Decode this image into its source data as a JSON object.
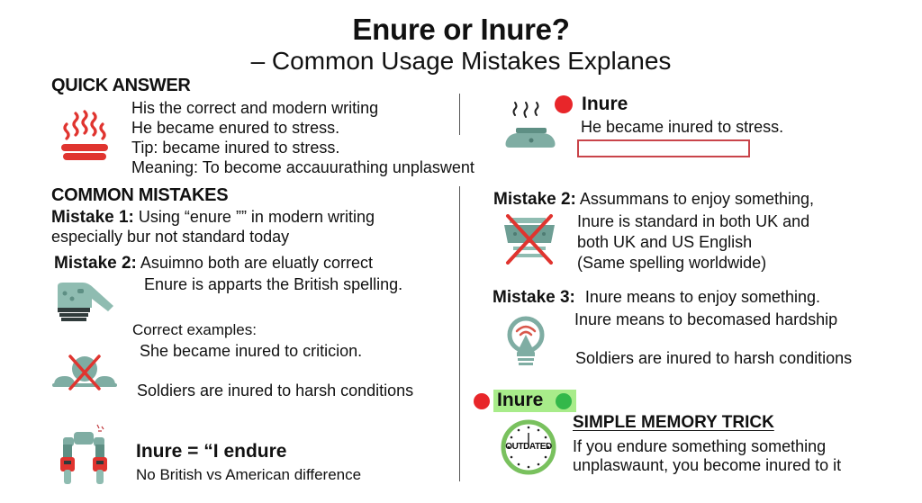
{
  "header": {
    "title": "Enure or Inure?",
    "subtitle": "– Common Usage Mistakes Explanes"
  },
  "quick_answer": {
    "heading": "QUICK ANSWER",
    "icon": "steam-bowl-icon",
    "lines": [
      "His the correct and modern writing",
      "He became enured to stress.",
      "Tip: became inured to stress.",
      "Meaning: To become accauurathing unplaswent"
    ]
  },
  "inure_card": {
    "icon": "steaming-pot-icon",
    "label": "Inure",
    "example": "He became inured to stress.",
    "status_color": "#e8262a"
  },
  "common_mistakes": {
    "heading": "COMMON MISTAKES",
    "mistake1": {
      "label": "Mistake 1:",
      "text": "Using “enure ”” in modern writing",
      "text2": "especially bur not standard today"
    },
    "mistake2": {
      "label": "Mistake 2:",
      "text": "Asuimno both are eluatly correct",
      "text2": "Enure is apparts the British spelling."
    },
    "correct_examples": {
      "label": "Correct examples:",
      "example1": "She became inured to criticion.",
      "example2": "Soldiers are inured to harsh conditions"
    },
    "summary": {
      "title": "Inure = “I endure",
      "text": "No British vs American difference"
    }
  },
  "right_mistakes": {
    "mistake2": {
      "label": "Mistake 2:",
      "text": "Assummans to enjoy something,",
      "lines": [
        "Inure is standard in both UK and",
        "both UK and US English",
        "(Same spelling worldwide)"
      ]
    },
    "mistake3": {
      "label": "Mistake 3:",
      "text": "Inure means to enjoy something.",
      "line2": "Inure means to becomased hardship",
      "line3": "Soldiers are inured to harsh conditions"
    }
  },
  "memory_trick": {
    "badge_label": "Inure",
    "heading": "SIMPLE MEMORY TRICK",
    "clock_label": "OUTDATED",
    "lines": [
      "If you endure something something",
      "unplaswaunt, you become inured to it"
    ]
  },
  "colors": {
    "red": "#e8262a",
    "green": "#33b84a",
    "highlight": "#a8ec8a",
    "teal": "#7fada3",
    "teal_dark": "#5e8f84"
  }
}
